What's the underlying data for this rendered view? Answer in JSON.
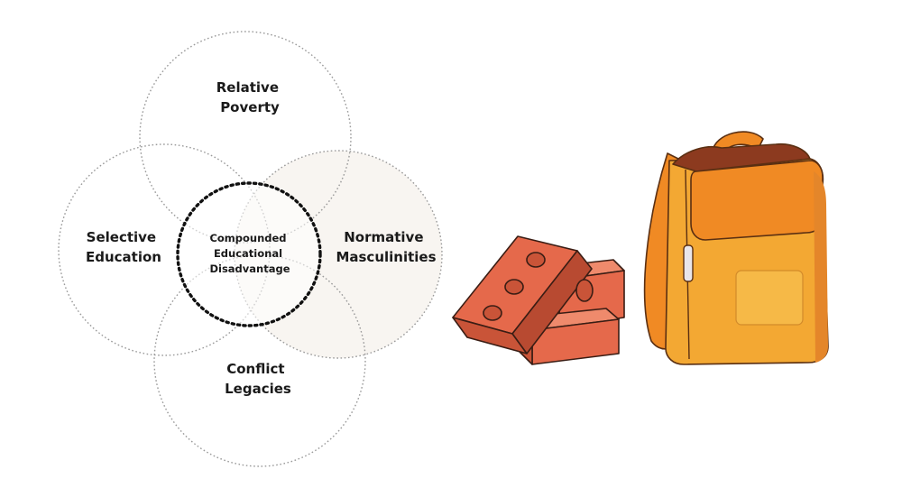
{
  "diagram": {
    "circles": [
      {
        "id": "relative-poverty",
        "lines": [
          "Relative",
          "Poverty"
        ]
      },
      {
        "id": "selective-education",
        "lines": [
          "Selective",
          "Education"
        ]
      },
      {
        "id": "normative-masculinities",
        "lines": [
          "Normative",
          "Masculinities"
        ]
      },
      {
        "id": "conflict-legacies",
        "lines": [
          "Conflict",
          "Legacies"
        ]
      }
    ],
    "center": {
      "lines": [
        "Compounded",
        "Educational",
        "Disadvantage"
      ]
    }
  },
  "illustrations": [
    {
      "name": "bricks-illustration",
      "icon": "bricks-icon"
    },
    {
      "name": "backpack-illustration",
      "icon": "backpack-icon"
    }
  ],
  "colors": {
    "circle_stroke": "#9a9a9a",
    "center_stroke": "#111111",
    "highlight_fill": "#f8f5f1",
    "brick_fill": "#e5694b",
    "brick_shadow": "#b84a31",
    "backpack_orange": "#f08a24",
    "backpack_yellow": "#f3a833"
  }
}
